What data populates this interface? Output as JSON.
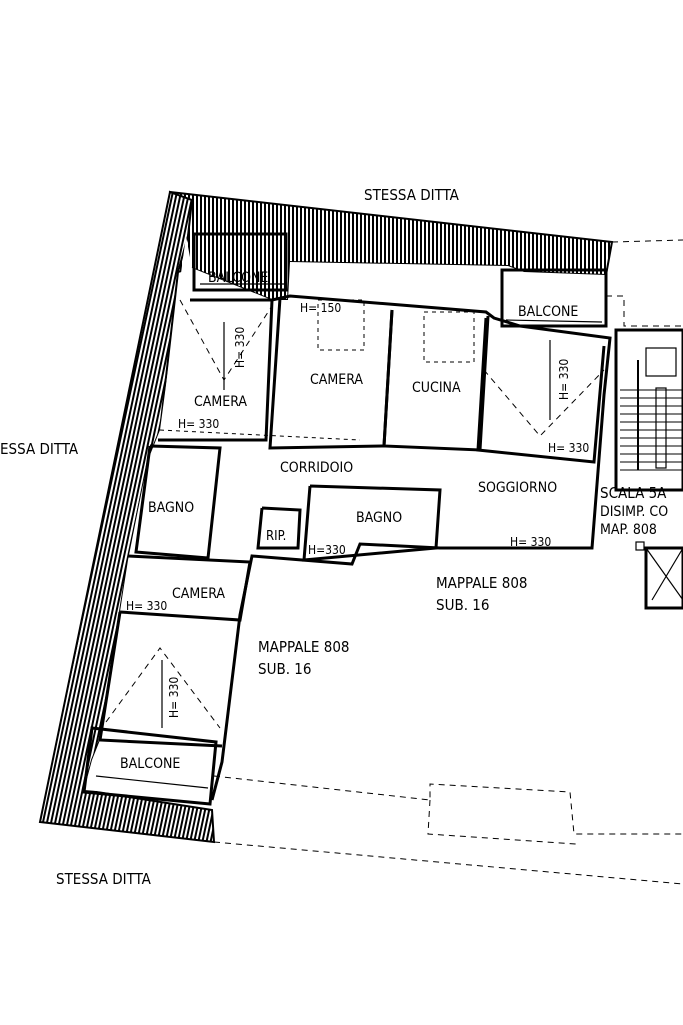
{
  "labels": {
    "stessa_ditta_top": "STESSA DITTA",
    "stessa_ditta_left": "ESSA DITTA",
    "stessa_ditta_bottom": "STESSA DITTA",
    "balcone_1": "BALCONE",
    "balcone_2": "BALCONE",
    "balcone_3": "BALCONE",
    "camera_1": "CAMERA",
    "camera_2": "CAMERA",
    "camera_3": "CAMERA",
    "cucina": "CUCINA",
    "soggiorno": "SOGGIORNO",
    "corridoio": "CORRIDOIO",
    "bagno_1": "BAGNO",
    "bagno_2": "BAGNO",
    "rip": "RIP.",
    "h150": "H= 150",
    "h330_cam1_v": "H= 330",
    "h330_cam1": "H= 330",
    "h330_sogg_v": "H= 330",
    "h330_sogg": "H= 330",
    "h330_sogg2": "H= 330",
    "h330_bagno": "H=330",
    "h330_cam3": "H= 330",
    "h330_cam3_v": "H= 330",
    "mappale_1": "MAPPALE 808",
    "sub_1": "SUB. 16",
    "mappale_2": "MAPPALE 808",
    "sub_2": "SUB. 16",
    "scala_title": "SCALA 5A",
    "scala_line2": "DISIMP. CO",
    "scala_line3": "MAP. 808"
  }
}
